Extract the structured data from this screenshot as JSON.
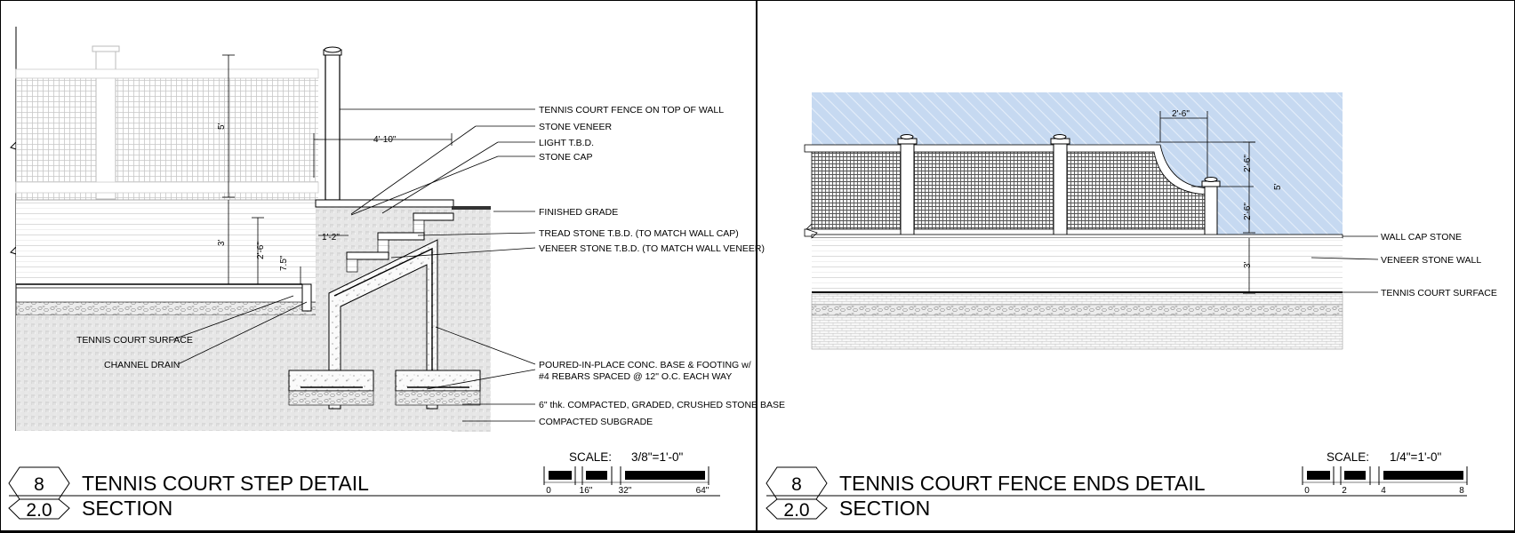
{
  "left_detail": {
    "number": "8",
    "sheet": "2.0",
    "title": "TENNIS COURT STEP DETAIL",
    "subtitle": "SECTION",
    "scale_label": "SCALE:",
    "scale_value": "3/8\"=1'-0\"",
    "scale_ticks": [
      "0",
      "16\"",
      "32\"",
      "64\""
    ],
    "callouts": [
      "TENNIS COURT FENCE ON TOP OF WALL",
      "STONE VENEER",
      "LIGHT T.B.D.",
      "STONE CAP",
      "FINISHED GRADE",
      "TREAD STONE T.B.D. (TO MATCH WALL CAP)",
      "VENEER STONE T.B.D. (TO MATCH WALL VENEER)",
      "POURED-IN-PLACE CONC. BASE & FOOTING w/",
      "#4 REBARS SPACED @ 12\" O.C. EACH WAY",
      "6\" thk. COMPACTED, GRADED, CRUSHED STONE BASE",
      "COMPACTED SUBGRADE",
      "TENNIS COURT SURFACE",
      "CHANNEL DRAIN"
    ],
    "dimensions": [
      "5'",
      "4'-10\"",
      "3'",
      "2'-6\"",
      "1'-2\"",
      "7.5\""
    ]
  },
  "right_detail": {
    "number": "8",
    "sheet": "2.0",
    "title": "TENNIS COURT FENCE ENDS DETAIL",
    "subtitle": "SECTION",
    "scale_label": "SCALE:",
    "scale_value": "1/4\"=1'-0\"",
    "scale_ticks": [
      "0",
      "2",
      "4",
      "8"
    ],
    "callouts": [
      "WALL CAP STONE",
      "VENEER STONE WALL",
      "TENNIS COURT SURFACE"
    ],
    "dimensions": [
      "2'-6\"",
      "2'-6\"",
      "2'-6\"",
      "5'",
      "3'"
    ]
  }
}
